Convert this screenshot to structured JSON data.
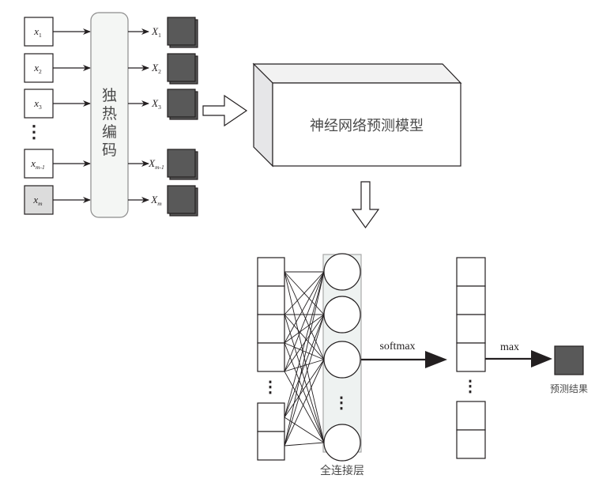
{
  "inputs": [
    {
      "base": "x",
      "sub": "1",
      "highlighted": false
    },
    {
      "base": "x",
      "sub": "2",
      "highlighted": false
    },
    {
      "base": "x",
      "sub": "3",
      "highlighted": false
    },
    {
      "base": "x",
      "sub": "m-1",
      "highlighted": false
    },
    {
      "base": "x",
      "sub": "m",
      "highlighted": true
    }
  ],
  "outputs": [
    {
      "base": "X",
      "sub": "1"
    },
    {
      "base": "X",
      "sub": "2"
    },
    {
      "base": "X",
      "sub": "3"
    },
    {
      "base": "X",
      "sub": "m-1"
    },
    {
      "base": "X",
      "sub": "m"
    }
  ],
  "encoder_label": [
    "独",
    "热",
    "编",
    "码"
  ],
  "model_label": "神经网络预测模型",
  "fc_layer_label": "全连接层",
  "softmax_label": "softmax",
  "max_label": "max",
  "result_label": "预测结果",
  "ellipsis": "⋮",
  "colors": {
    "stroke": "#231f20",
    "dark_square": "#595959",
    "highlight_input": "#dcdcdc",
    "encoder_fill": "#f4f6f4",
    "fc_fill": "#eef2f1",
    "fc_border": "#a8a8a8",
    "box_side": "#e6e6e8",
    "box_top": "#f2f2f2"
  }
}
